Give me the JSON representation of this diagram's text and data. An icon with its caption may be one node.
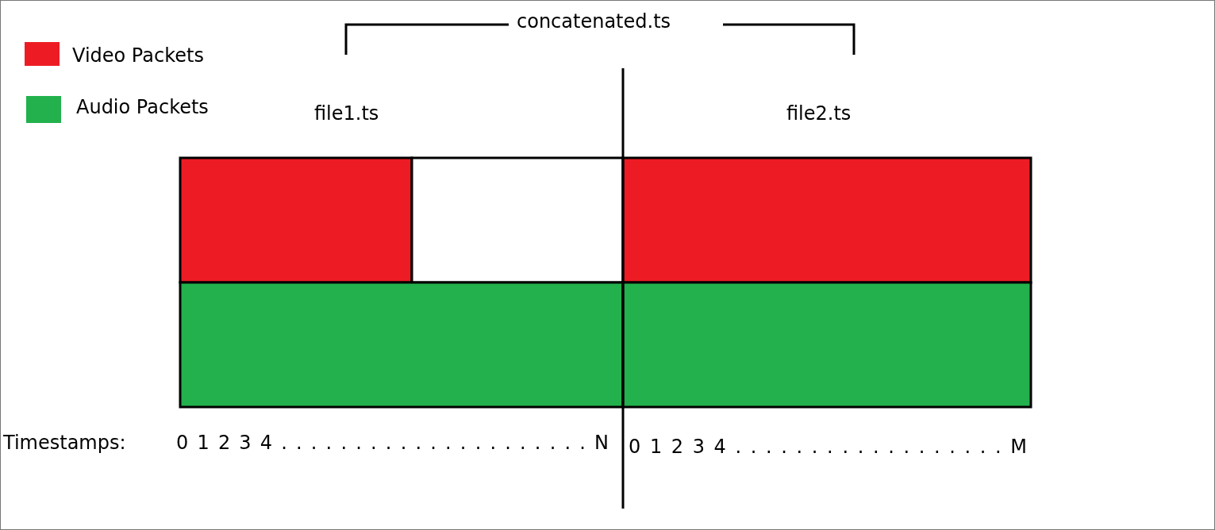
{
  "diagram": {
    "labels": [
      "concatenated.ts",
      "file1.ts",
      "file2.ts",
      "Timestamps:",
      "0 1 2 3 4 . . . . . . . . . . . . . . . . . . . . . N",
      "0 1 2 3 4 . . . . . . . . . . . . . . . . . . M"
    ],
    "legend": [
      {
        "text": "Video Packets",
        "color": "#ed1c24"
      },
      {
        "text": "Audio Packets",
        "color": "#22b14c"
      }
    ]
  }
}
